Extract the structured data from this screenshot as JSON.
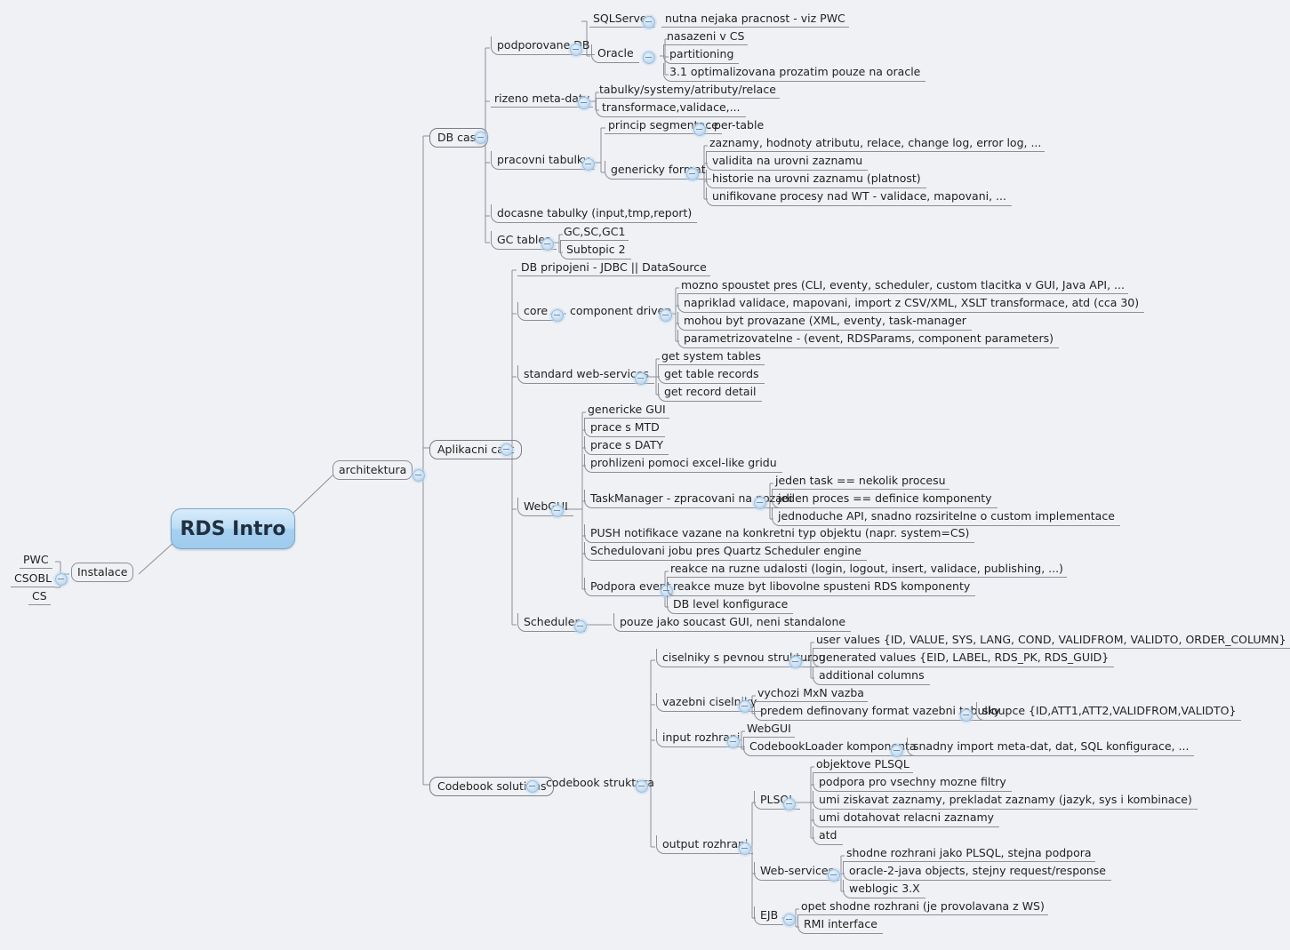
{
  "meta": {
    "background": "#eff1f5",
    "accent": "#a7d0f0",
    "line_color": "#8e8e96",
    "toggle_icon": "collapse-minus-icon"
  },
  "central": {
    "label": "RDS Intro"
  },
  "left_branch": {
    "label": "Instalace",
    "children": [
      "PWC",
      "CSOBL",
      "CS"
    ]
  },
  "right_branch": {
    "label": "architektura"
  },
  "sections": {
    "db_cast": {
      "label": "DB cast",
      "podporovane_db": {
        "label": "podporovane DB",
        "sqlserver": {
          "label": "SQLServer",
          "children": [
            "nutna nejaka pracnost - viz PWC"
          ]
        },
        "oracle": {
          "label": "Oracle",
          "children": [
            "nasazeni v CS",
            "partitioning",
            "3.1 optimalizovana prozatim pouze na oracle"
          ]
        }
      },
      "rizeno_meta_daty": {
        "label": "rizeno meta-daty",
        "children": [
          "tabulky/systemy/atributy/relace",
          "transformace,validace,..."
        ]
      },
      "pracovni_tabulky": {
        "label": "pracovni tabulky",
        "princip_segmentace": {
          "label": "princip segmentace",
          "children": [
            "per-table"
          ]
        },
        "genericky_format": {
          "label": "genericky format",
          "children": [
            "zaznamy, hodnoty atributu, relace, change log, error log, ...",
            "validita na urovni zaznamu",
            "historie na urovni zaznamu (platnost)",
            "unifikovane procesy nad WT - validace, mapovani, ..."
          ]
        }
      },
      "docasne_tabulky": {
        "label": "docasne tabulky (input,tmp,report)"
      },
      "gc_tables": {
        "label": "GC tables",
        "children": [
          "GC,SC,GC1",
          "Subtopic 2"
        ]
      }
    },
    "aplikacni_cast": {
      "label": "Aplikacni cast",
      "db_pripojeni": {
        "label": "DB pripojeni - JDBC || DataSource"
      },
      "core": {
        "label": "core",
        "component_driven": {
          "label": "component driven",
          "children": [
            "mozno spoustet pres (CLI, eventy, scheduler, custom tlacitka v GUI, Java API, ...",
            "napriklad validace, mapovani, import z CSV/XML, XSLT transformace, atd (cca 30)",
            "mohou byt provazane (XML, eventy, task-manager",
            "parametrizovatelne - (event, RDSParams, component parameters)"
          ]
        }
      },
      "standard_web_services": {
        "label": "standard web-services",
        "children": [
          "get system tables",
          "get table records",
          "get record detail"
        ]
      },
      "webgui": {
        "label": "WebGUI",
        "simple_children": [
          "genericke GUI",
          "prace s MTD",
          "prace s DATY",
          "prohlizeni pomoci excel-like gridu"
        ],
        "taskmanager": {
          "label": "TaskManager - zpracovani na pozadi",
          "children": [
            "jeden task == nekolik procesu",
            "jeden proces == definice komponenty",
            "jednoduche API, snadno rozsiritelne o custom implementace"
          ]
        },
        "after_children": [
          "PUSH notifikace vazane na konkretni typ objektu (napr. system=CS)",
          "Schedulovani jobu pres Quartz Scheduler engine"
        ],
        "podpora_event": {
          "label": "Podpora event",
          "children": [
            "reakce na ruzne udalosti (login, logout, insert, validace, publishing, ...)",
            "reakce muze byt libovolne spusteni RDS komponenty",
            "DB level konfigurace"
          ]
        }
      },
      "scheduler": {
        "label": "Scheduler",
        "children": [
          "pouze jako soucast GUI, neni standalone"
        ]
      }
    },
    "codebook_solutions": {
      "label": "Codebook solutions",
      "codebook_struktura": {
        "label": "codebook struktura",
        "ciselniky_pevna": {
          "label": "ciselniky s pevnou strukturou",
          "children": [
            "user values  {ID, VALUE, SYS, LANG, COND, VALIDFROM, VALIDTO, ORDER_COLUMN}",
            "generated values {EID, LABEL, RDS_PK, RDS_GUID}",
            "additional columns"
          ]
        },
        "vazebni_ciselniky": {
          "label": "vazebni ciselniky",
          "child_plain": "vychozi MxN vazba",
          "predem": {
            "label": "predem definovany format vazebni tabulky",
            "children": [
              "sloupce {ID,ATT1,ATT2,VALIDFROM,VALIDTO}"
            ]
          }
        },
        "input_rozhrani": {
          "label": "input rozhrani",
          "child_plain": "WebGUI",
          "codebookloader": {
            "label": "CodebookLoader komponenta",
            "children": [
              "snadny import meta-dat, dat, SQL konfigurace, ..."
            ]
          }
        },
        "output_rozhrani": {
          "label": "output rozhrani",
          "plsql": {
            "label": "PLSQL",
            "children": [
              "objektove PLSQL",
              "podpora pro vsechny mozne filtry",
              "umi ziskavat zaznamy, prekladat zaznamy (jazyk, sys i kombinace)",
              "umi dotahovat relacni zaznamy",
              "atd"
            ]
          },
          "web_services": {
            "label": "Web-services",
            "children": [
              "shodne rozhrani jako PLSQL, stejna podpora",
              "oracle-2-java objects, stejny request/response",
              "weblogic 3.X"
            ]
          },
          "ejb": {
            "label": "EJB",
            "children": [
              "opet shodne rozhrani (je provolavana z WS)",
              "RMI interface"
            ]
          }
        }
      }
    }
  }
}
